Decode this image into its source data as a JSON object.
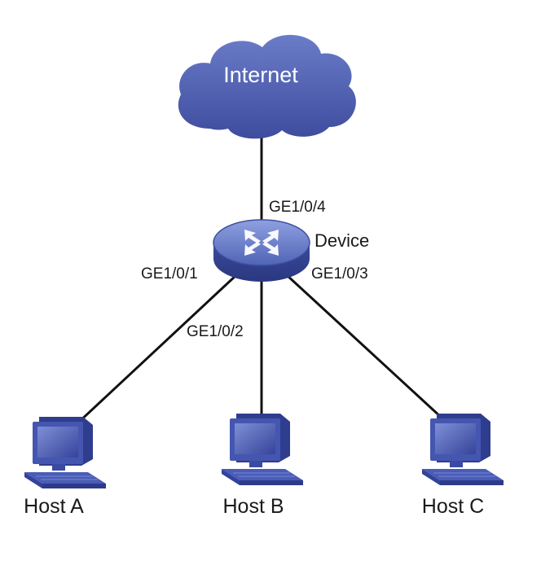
{
  "diagram": {
    "cloud_label": "Internet",
    "device_label": "Device",
    "ports": {
      "uplink": "GE1/0/4",
      "p1": "GE1/0/1",
      "p2": "GE1/0/2",
      "p3": "GE1/0/3"
    },
    "hosts": [
      "Host A",
      "Host B",
      "Host C"
    ],
    "colors": {
      "cloud": "#4b5bab",
      "switch_body": "#4e63b4",
      "host": "#3f4fa6",
      "line": "#111111"
    },
    "icons": {
      "cloud": "cloud-icon",
      "device": "switch-icon",
      "host": "computer-icon"
    }
  }
}
